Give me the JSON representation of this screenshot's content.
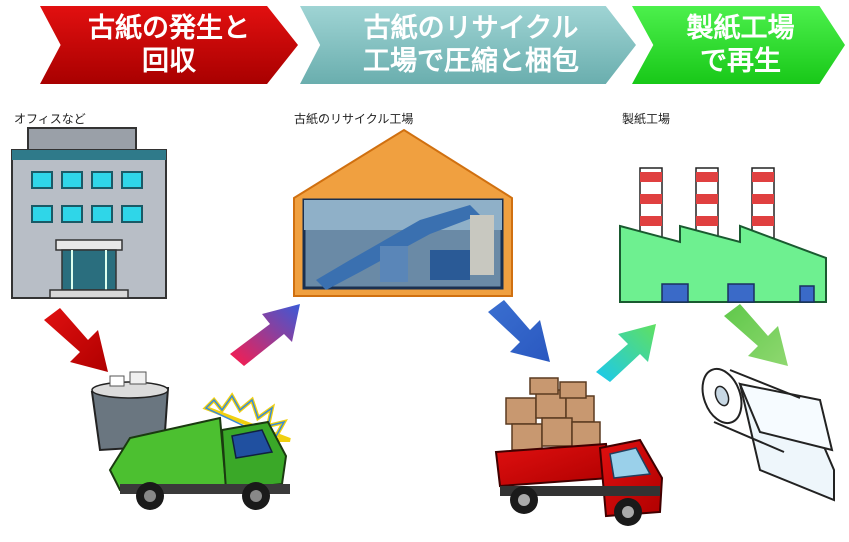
{
  "banners": [
    {
      "label": "古紙の発生と\n回収",
      "color": "#c80000"
    },
    {
      "label": "古紙のリサイクル\n工場で圧縮と梱包",
      "color": "#7fbfbf"
    },
    {
      "label": "製紙工場\nで再生",
      "color": "#22dd22"
    }
  ],
  "labels": {
    "office": "オフィスなど",
    "recycling_factory": "古紙のリサイクル工場",
    "paper_mill": "製紙工場"
  },
  "icons": [
    "office-building-icon",
    "recycling-factory-icon",
    "paper-mill-icon",
    "garbage-truck-icon",
    "box-truck-icon",
    "paper-roll-icon",
    "arrow-icon"
  ]
}
